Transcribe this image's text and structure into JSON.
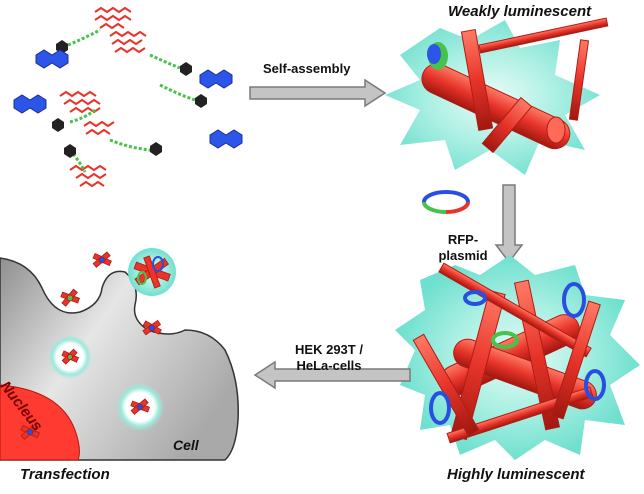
{
  "labels": {
    "weakly_luminescent": "Weakly luminescent",
    "self_assembly": "Self-assembly",
    "rfp_plasmid_line1": "RFP-",
    "rfp_plasmid_line2": "plasmid",
    "highly_luminescent": "Highly luminescent",
    "cell_lines_line1": "HEK 293T /",
    "cell_lines_line2": "HeLa-cells",
    "nucleus": "Nucleus",
    "cell": "Cell",
    "transfection": "Transfection"
  },
  "colors": {
    "rod": "#e8342a",
    "glow": "#6fe0cf",
    "arrow_fill": "#c4c4c4",
    "arrow_stroke": "#7a7a7a",
    "cell": "#bdbdbd",
    "nucleus": "#ff3a30",
    "molecule_blue": "#2d55e8",
    "molecule_black": "#222222",
    "linker_green": "#47c24a",
    "plasmid_blue": "#2a4fe0"
  }
}
